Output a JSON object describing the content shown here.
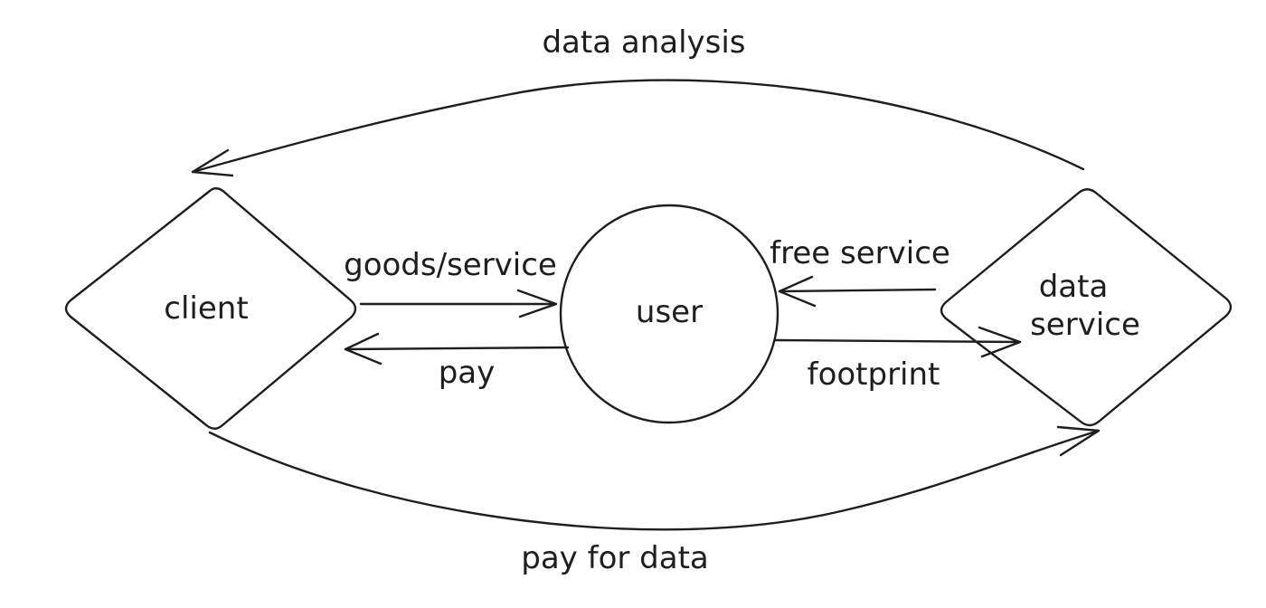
{
  "nodes": {
    "client": {
      "label": "client"
    },
    "user": {
      "label": "user"
    },
    "data_service": {
      "label_line1": "data",
      "label_line2": "service"
    }
  },
  "edges": {
    "data_analysis": {
      "label": "data analysis"
    },
    "goods_service": {
      "label": "goods/service"
    },
    "pay": {
      "label": "pay"
    },
    "free_service": {
      "label": "free service"
    },
    "footprint": {
      "label": "footprint"
    },
    "pay_for_data": {
      "label": "pay for data"
    }
  },
  "colors": {
    "stroke": "#1e1e1e",
    "background": "#ffffff"
  }
}
